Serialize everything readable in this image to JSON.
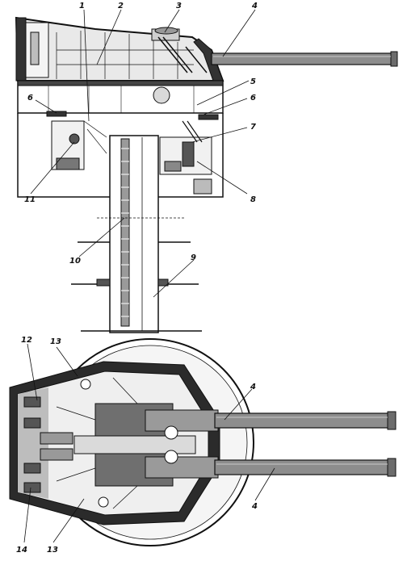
{
  "callouts": [
    {
      "id": "c1",
      "label": "1"
    },
    {
      "id": "c2",
      "label": "2"
    },
    {
      "id": "c3",
      "label": "3"
    },
    {
      "id": "c4a",
      "label": "4"
    },
    {
      "id": "c5",
      "label": "5"
    },
    {
      "id": "c6a",
      "label": "6"
    },
    {
      "id": "c6b",
      "label": "6"
    },
    {
      "id": "c7",
      "label": "7"
    },
    {
      "id": "c8",
      "label": "8"
    },
    {
      "id": "c9",
      "label": "9"
    },
    {
      "id": "c10",
      "label": "10"
    },
    {
      "id": "c11",
      "label": "11"
    },
    {
      "id": "c12",
      "label": "12"
    },
    {
      "id": "c13a",
      "label": "13"
    },
    {
      "id": "c4b",
      "label": "4"
    },
    {
      "id": "c4c",
      "label": "4"
    },
    {
      "id": "c14",
      "label": "14"
    },
    {
      "id": "c13b",
      "label": "13"
    }
  ]
}
